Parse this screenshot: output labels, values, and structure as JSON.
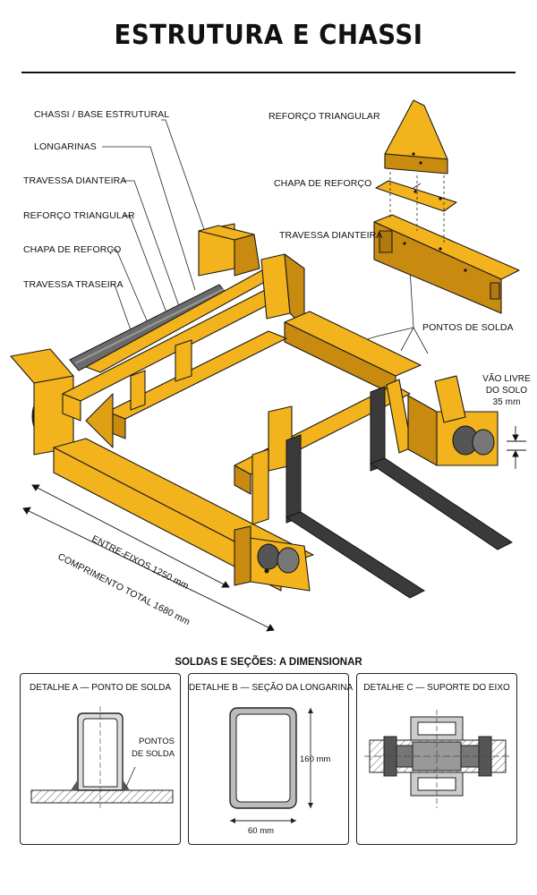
{
  "title": "ESTRUTURA E CHASSI",
  "labels": {
    "chassis_base": "CHASSI / BASE ESTRUTURAL",
    "longerons": "LONGARINAS",
    "front_cross": "TRAVESSA DIANTEIRA",
    "triangular_reinf": "REFORÇO TRIANGULAR",
    "reinf_plate": "CHAPA DE REFORÇO",
    "rear_cross": "TRAVESSA TRASEIRA",
    "exploded_triangular": "REFORÇO TRIANGULAR",
    "exploded_plate": "CHAPA DE REFORÇO",
    "exploded_front_cross": "TRAVESSA DIANTEIRA",
    "weld_points": "PONTOS DE SOLDA",
    "ground_clearance_l1": "VÃO LIVRE",
    "ground_clearance_l2": "DO SOLO",
    "ground_clearance_value": "35 mm",
    "wheelbase": "ENTRE-EIXOS 1250 mm",
    "total_length": "COMPRIMENTO TOTAL 1680 mm"
  },
  "sections": {
    "heading": "SOLDAS E SEÇÕES: A DIMENSIONAR",
    "detail_a": {
      "title": "DETALHE A — PONTO DE SOLDA",
      "label_l1": "PONTOS",
      "label_l2": "DE SOLDA"
    },
    "detail_b": {
      "title": "DETALHE B — SEÇÃO DA LONGARINA",
      "height": "160 mm",
      "width": "60 mm"
    },
    "detail_c": {
      "title": "DETALHE C — SUPORTE DO EIXO"
    }
  },
  "colors": {
    "frame_yellow": "#f2b31c",
    "frame_shadow": "#c98a10",
    "fork_gray": "#3a3a3a",
    "axle_gray": "#6b6b6b",
    "outline": "#1a1a1a"
  }
}
